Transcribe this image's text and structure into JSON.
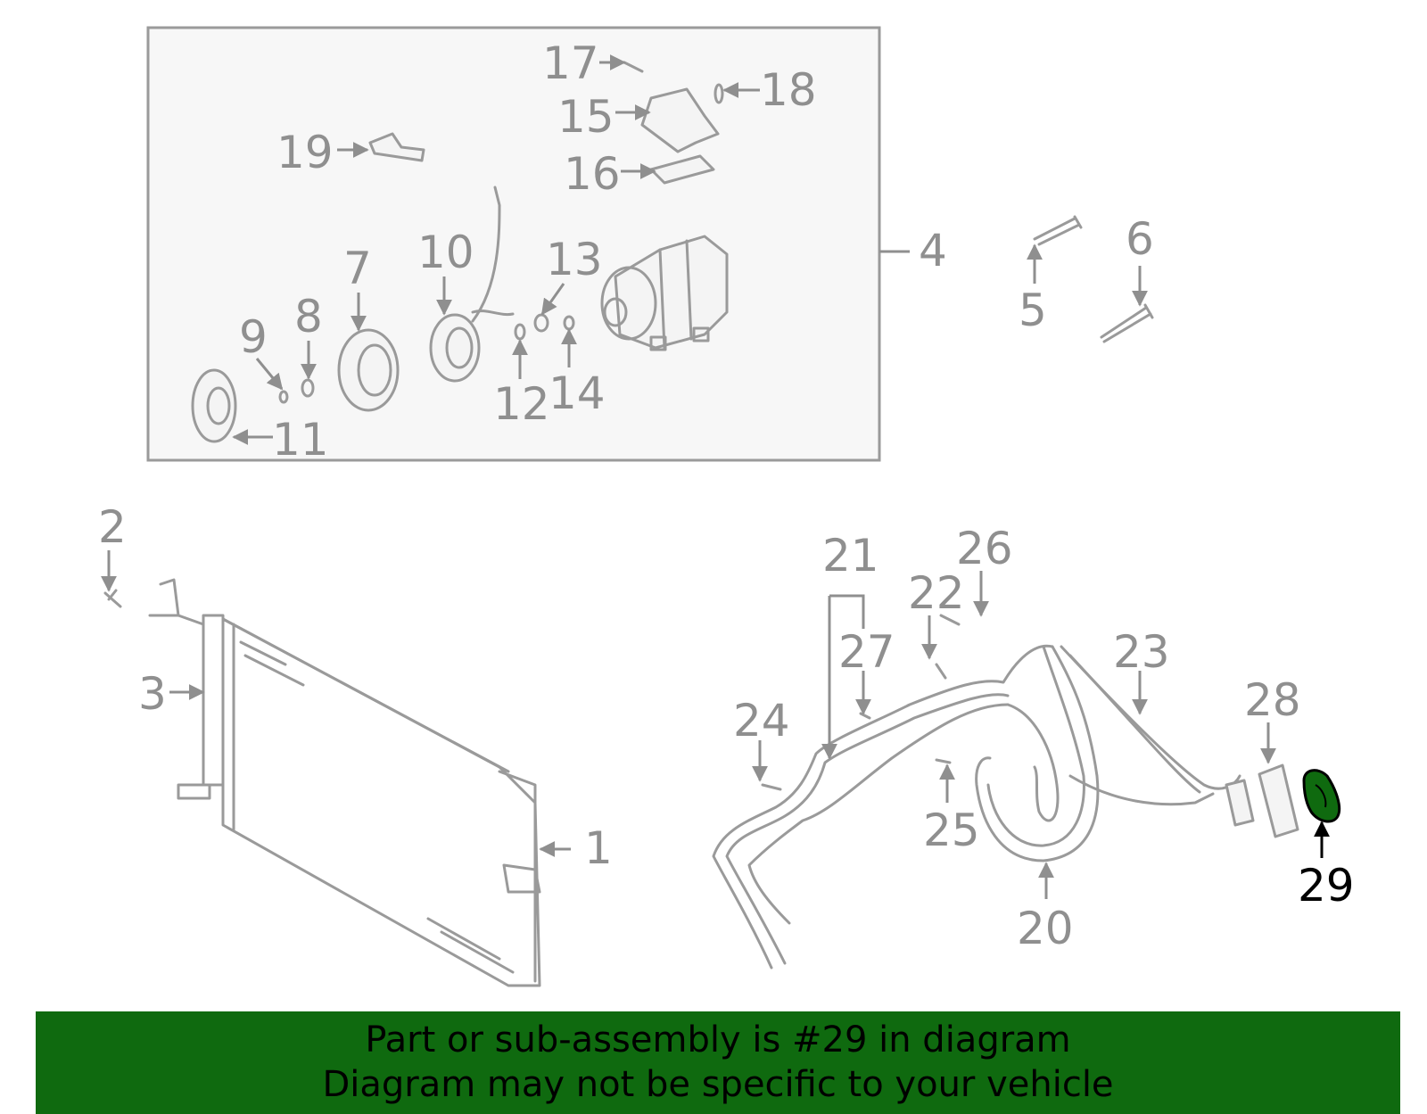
{
  "diagram": {
    "highlighted_part": "29",
    "highlight_color": "#0f6a0f",
    "labels": [
      "1",
      "2",
      "3",
      "4",
      "5",
      "6",
      "7",
      "8",
      "9",
      "10",
      "11",
      "12",
      "13",
      "14",
      "15",
      "16",
      "17",
      "18",
      "19",
      "20",
      "21",
      "22",
      "23",
      "24",
      "25",
      "26",
      "27",
      "28",
      "29"
    ]
  },
  "banner": {
    "line1": "Part or sub-assembly is #29 in diagram",
    "line2": "Diagram may not be specific to your vehicle",
    "background": "#0f6a0f"
  }
}
